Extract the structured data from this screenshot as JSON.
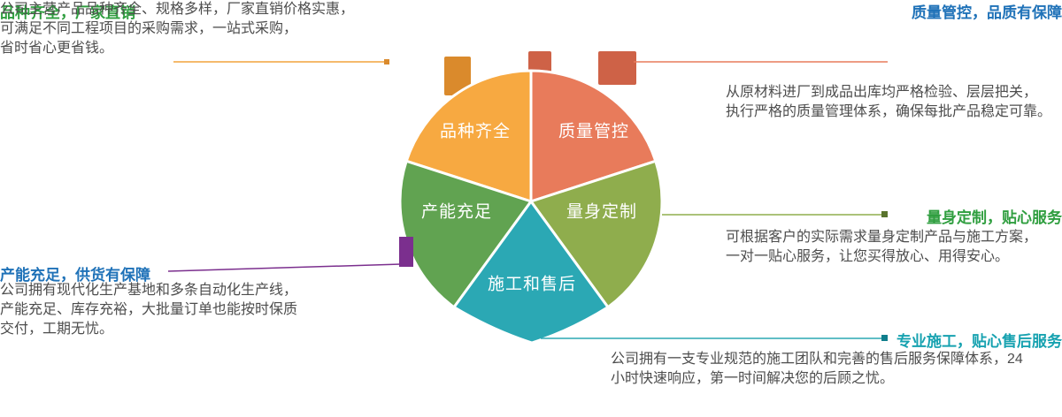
{
  "page": {
    "background": "#ffffff",
    "body_text_color": "#4D4D4D"
  },
  "flower": {
    "petals": [
      {
        "label": "品种齐全",
        "color": "#F7A941"
      },
      {
        "label": "质量管控",
        "color": "#E87B5B"
      },
      {
        "label": "产能充足",
        "color": "#61A351"
      },
      {
        "label": "量身定制",
        "color": "#8FAD4D"
      },
      {
        "label": "施工和售后",
        "color": "#2BA8B4"
      }
    ],
    "accents": {
      "orange_tab": "#DA8A2C",
      "red_tab": "#CE6247",
      "purple_marker": "#7B2F8E"
    }
  },
  "callouts": {
    "top_left": {
      "heading": "品种齐全，厂家直销",
      "heading_color": "#2F9E3F",
      "line_color": "#F2A43D",
      "marker_color": "#DA8A2C",
      "body": "公司主营产品品种齐全、规格多样，厂家直销价格实惠，\n可满足不同工程项目的采购需求，一站式采购，\n省时省心更省钱。"
    },
    "top_right": {
      "heading": "质量管控，品质有保障",
      "heading_color": "#1F72B8",
      "line_color": "#E87B5B",
      "body": "从原材料进厂到成品出库均严格检验、层层把关，\n执行严格的质量管理体系，确保每批产品稳定可靠。"
    },
    "left": {
      "heading": "产能充足，供货有保障",
      "heading_color": "#1F72B8",
      "line_color": "#7B2F8E",
      "body": "公司拥有现代化生产基地和多条自动化生产线，\n产能充足、库存充裕，大批量订单也能按时保质\n交付，工期无忧。"
    },
    "right": {
      "heading": "量身定制，贴心服务",
      "heading_color": "#2F9E3F",
      "line_color": "#8FAD4D",
      "marker_color": "#5A742E",
      "body": "可根据客户的实际需求量身定制产品与施工方案，\n一对一贴心服务，让您买得放心、用得安心。"
    },
    "bottom": {
      "heading": "专业施工，贴心售后服务",
      "heading_color": "#17A2B0",
      "line_color": "#2BA8B4",
      "marker_color": "#0F7E8C",
      "body": "公司拥有一支专业规范的施工团队和完善的售后服务保障体系，24\n小时快速响应，第一时间解决您的后顾之忧。"
    }
  }
}
